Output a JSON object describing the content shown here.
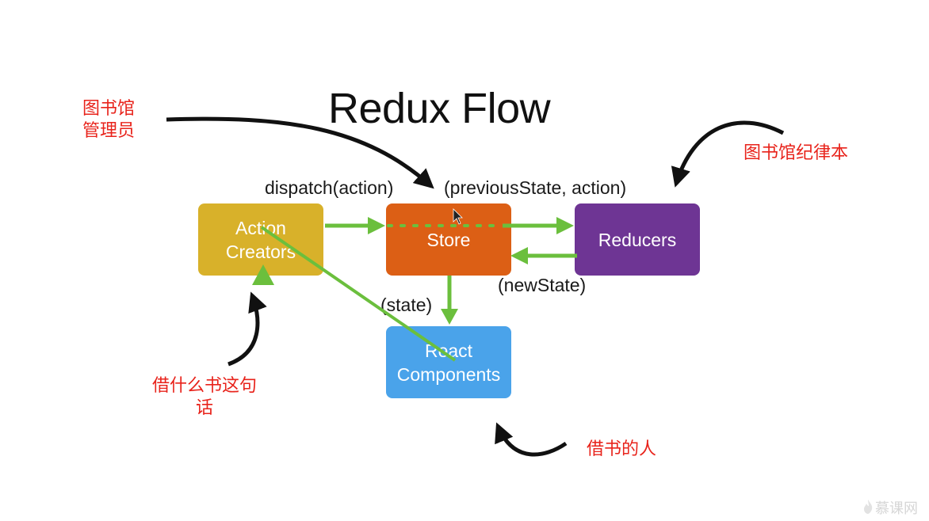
{
  "title": "Redux Flow",
  "labels": {
    "dispatch": "dispatch(action)",
    "previous_state": "(previousState, action)",
    "new_state": "(newState)",
    "state": "(state)"
  },
  "boxes": {
    "action_creators": {
      "line1": "Action",
      "line2": "Creators",
      "color": "#d8b12a"
    },
    "store": {
      "line1": "Store",
      "color": "#dc5f15"
    },
    "reducers": {
      "line1": "Reducers",
      "color": "#6e3594"
    },
    "react_components": {
      "line1": "React",
      "line2": "Components",
      "color": "#4aa3ea"
    }
  },
  "annotations": {
    "librarian": {
      "line1": "图书馆",
      "line2": "管理员"
    },
    "rulebook": "图书馆纪律本",
    "borrow_phrase": {
      "line1": "借什么书这句",
      "line2": "话"
    },
    "borrower": "借书的人"
  },
  "colors": {
    "arrow_green": "#6bbf3d",
    "annotation_red": "#e8231b"
  },
  "watermark": "慕课网"
}
